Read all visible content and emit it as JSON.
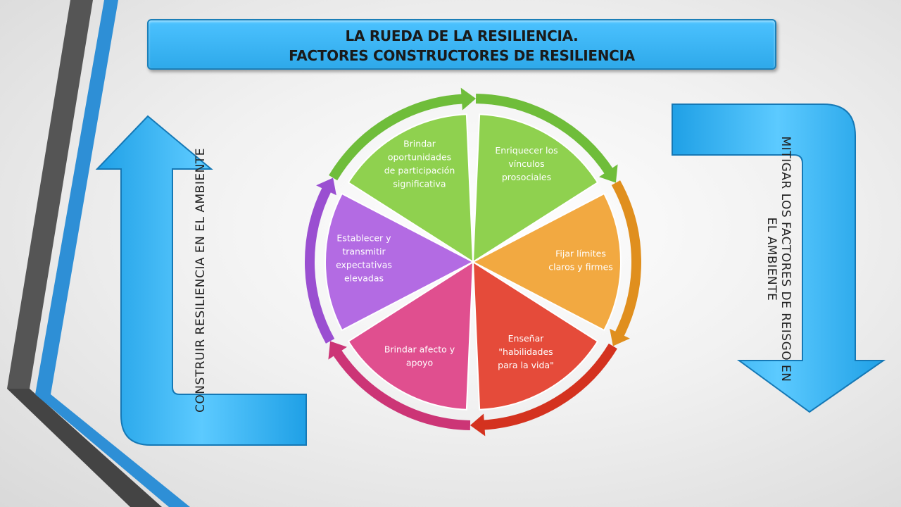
{
  "title": {
    "line1": "LA RUEDA DE LA RESILIENCIA.",
    "line2": "FACTORES CONSTRUCTORES DE RESILIENCIA"
  },
  "left_label": "CONSTRUIR RESILIENCIA EN EL AMBIENTE",
  "right_label": {
    "line1": "MITIGAR LOS FACTORES DE REISGO EN",
    "line2": "EL AMBIENTE"
  },
  "wheel": {
    "segments": [
      {
        "name": "enriquecer",
        "lines": [
          "Enriquecer los",
          "vínculos",
          "prosociales"
        ],
        "color": "#8fd14f",
        "ring": "#6fbd3a"
      },
      {
        "name": "fijar",
        "lines": [
          "Fijar límites",
          "claros y firmes"
        ],
        "color": "#f2a941",
        "ring": "#e08f1e"
      },
      {
        "name": "ensenar",
        "lines": [
          "Enseñar",
          "\"habilidades",
          "para la vida\""
        ],
        "color": "#e54b3a",
        "ring": "#d4321f"
      },
      {
        "name": "brindar-afecto",
        "lines": [
          "Brindar afecto y",
          "apoyo"
        ],
        "color": "#e04f8f",
        "ring": "#cc3576"
      },
      {
        "name": "establecer",
        "lines": [
          "Establecer y",
          "transmitir",
          "expectativas",
          "elevadas"
        ],
        "color": "#b36be3",
        "ring": "#9a4fd1"
      },
      {
        "name": "brindar-oportunidades",
        "lines": [
          "Brindar",
          "oportunidades",
          "de participación",
          "significativa"
        ],
        "color": "#8fd14f",
        "ring": "#6fbd3a"
      }
    ]
  },
  "colors": {
    "banner": "#38b6f5",
    "arrows": "#38b6f5",
    "stripe_dark": "#555555",
    "stripe_blue": "#2e8fd6"
  }
}
